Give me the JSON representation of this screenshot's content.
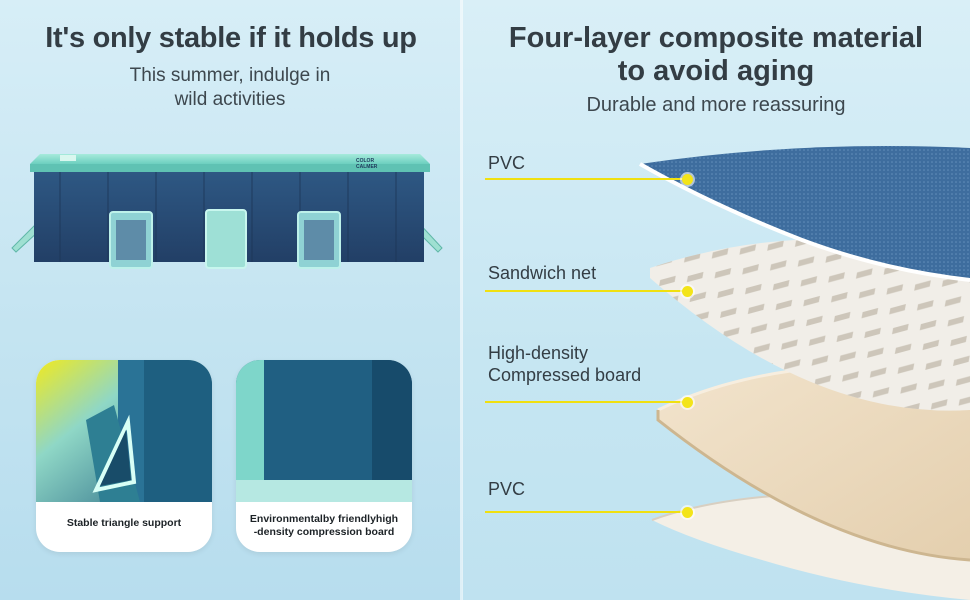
{
  "left": {
    "title": "It's only stable if it holds up",
    "subtitle_line1": "This summer, indulge in",
    "subtitle_line2": "wild activities",
    "pool_brand": "COLOR CALMER",
    "cards": [
      {
        "caption": "Stable triangle support"
      },
      {
        "caption_line1": "Environmentalby friendlyhigh",
        "caption_line2": "-density compression board"
      }
    ]
  },
  "right": {
    "title_line1": "Four-layer composite material",
    "title_line2": "to avoid aging",
    "subtitle": "Durable and more reassuring",
    "layers": [
      {
        "label": "PVC"
      },
      {
        "label": "Sandwich net"
      },
      {
        "label_line1": "High-density",
        "label_line2": "Compressed board"
      },
      {
        "label": "PVC"
      }
    ]
  },
  "colors": {
    "pointer": "#f0e010",
    "pool_blue": "#2c4f78",
    "pool_teal": "#7ed6c8",
    "pvc_blue": "#3d6b9c",
    "board_beige": "#eddcc3"
  }
}
